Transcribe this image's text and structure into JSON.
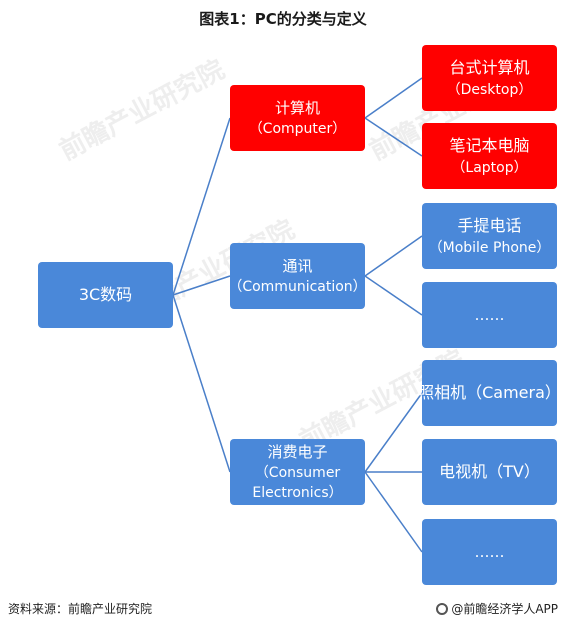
{
  "title": "图表1：PC的分类与定义",
  "root": {
    "label": "3C数码"
  },
  "branches": [
    {
      "label": "计算机",
      "sub": "（Computer）",
      "color": "#ff0000",
      "leaves": [
        {
          "label": "台式计算机",
          "sub": "（Desktop）",
          "color": "#ff0000"
        },
        {
          "label": "笔记本电脑",
          "sub": "（Laptop）",
          "color": "#ff0000"
        }
      ]
    },
    {
      "label": "通讯",
      "sub": "（Communication）",
      "color": "#4a88d9",
      "leaves": [
        {
          "label": "手提电话",
          "sub": "（Mobile Phone）",
          "color": "#4a88d9"
        },
        {
          "label": "……",
          "sub": "",
          "color": "#4a88d9"
        }
      ]
    },
    {
      "label": "消费电子",
      "sub": "（Consumer",
      "sub2": "Electronics）",
      "color": "#4a88d9",
      "leaves": [
        {
          "label": "照相机（Camera）",
          "sub": "",
          "color": "#4a88d9"
        },
        {
          "label": "电视机（TV）",
          "sub": "",
          "color": "#4a88d9"
        },
        {
          "label": "……",
          "sub": "",
          "color": "#4a88d9"
        }
      ]
    }
  ],
  "footer": {
    "source": "资料来源：前瞻产业研究院",
    "brand": "@前瞻经济学人APP"
  },
  "watermark": "前瞻产业研究院"
}
